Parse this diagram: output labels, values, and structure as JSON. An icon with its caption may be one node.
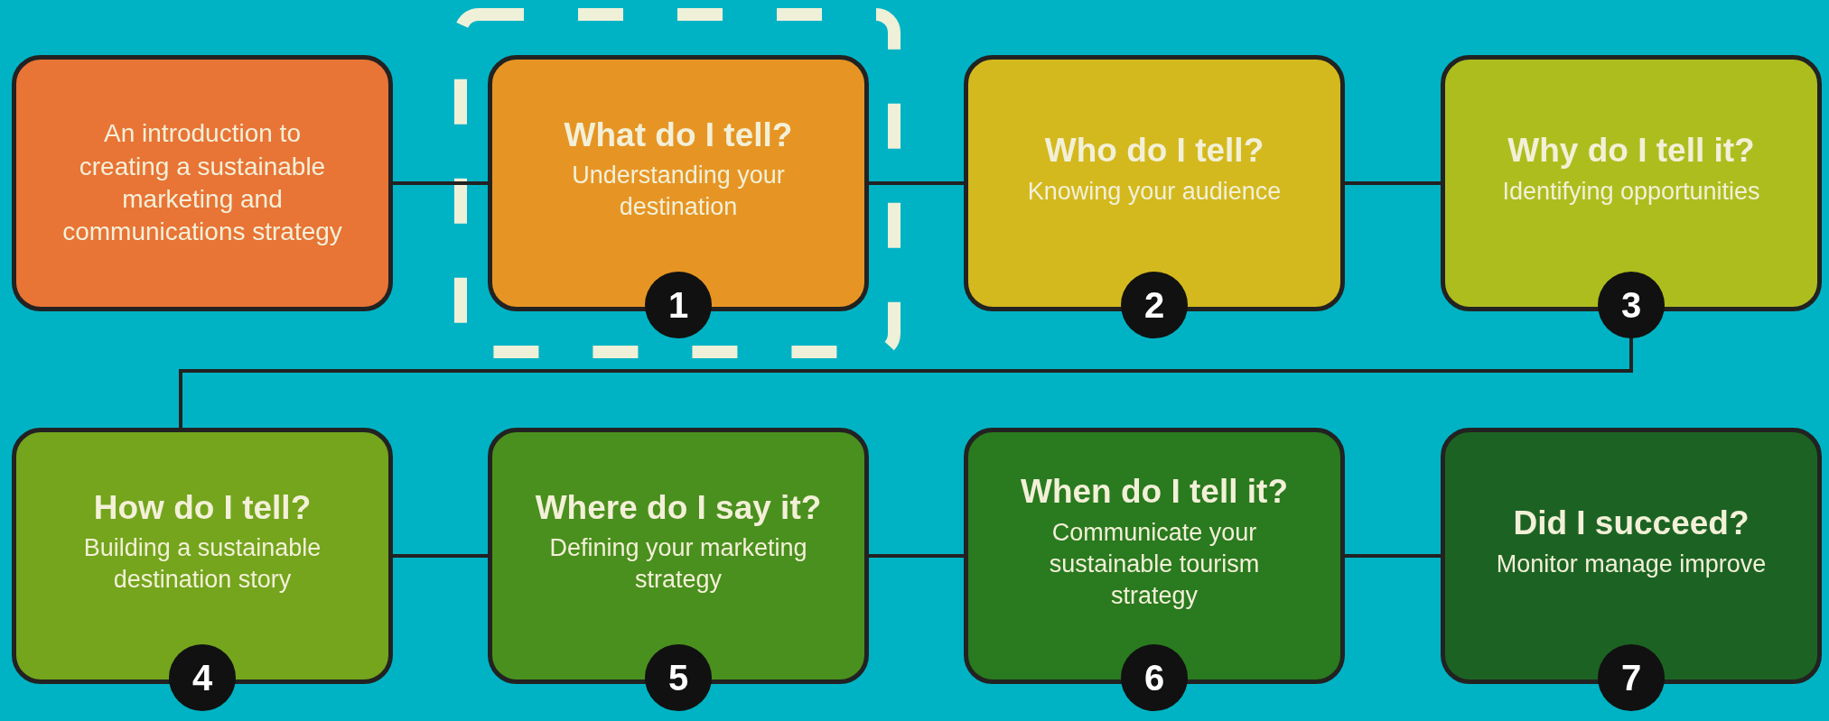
{
  "diagram": {
    "nodes": [
      {
        "text": [
          "An introduction to creating a sustainable marketing and communications strategy"
        ]
      },
      {
        "text": [
          "What do I tell?",
          "Understanding your destination",
          "1"
        ]
      },
      {
        "text": [
          "Who do I tell?",
          "Knowing your audience",
          "2"
        ]
      },
      {
        "text": [
          "Why do I tell it?",
          "Identifying opportunities",
          "3"
        ]
      },
      {
        "text": [
          "How do I tell?",
          "Building a sustainable destination story",
          "4"
        ]
      },
      {
        "text": [
          "Where do I say it?",
          "Defining your marketing strategy",
          "5"
        ]
      },
      {
        "text": [
          "When do I tell it?",
          "Communicate your sustainable tourism strategy",
          "6"
        ]
      },
      {
        "text": [
          "Did I succeed?",
          "Monitor manage improve",
          "7"
        ]
      }
    ],
    "edges": [
      {
        "from": 0,
        "to": 1,
        "arrow": "none"
      },
      {
        "from": 1,
        "to": 2,
        "arrow": "none"
      },
      {
        "from": 2,
        "to": 3,
        "arrow": "none"
      },
      {
        "from": 3,
        "to": 4,
        "arrow": "none"
      },
      {
        "from": 4,
        "to": 5,
        "arrow": "none"
      },
      {
        "from": 5,
        "to": 6,
        "arrow": "none"
      },
      {
        "from": 6,
        "to": 7,
        "arrow": "none"
      }
    ]
  }
}
